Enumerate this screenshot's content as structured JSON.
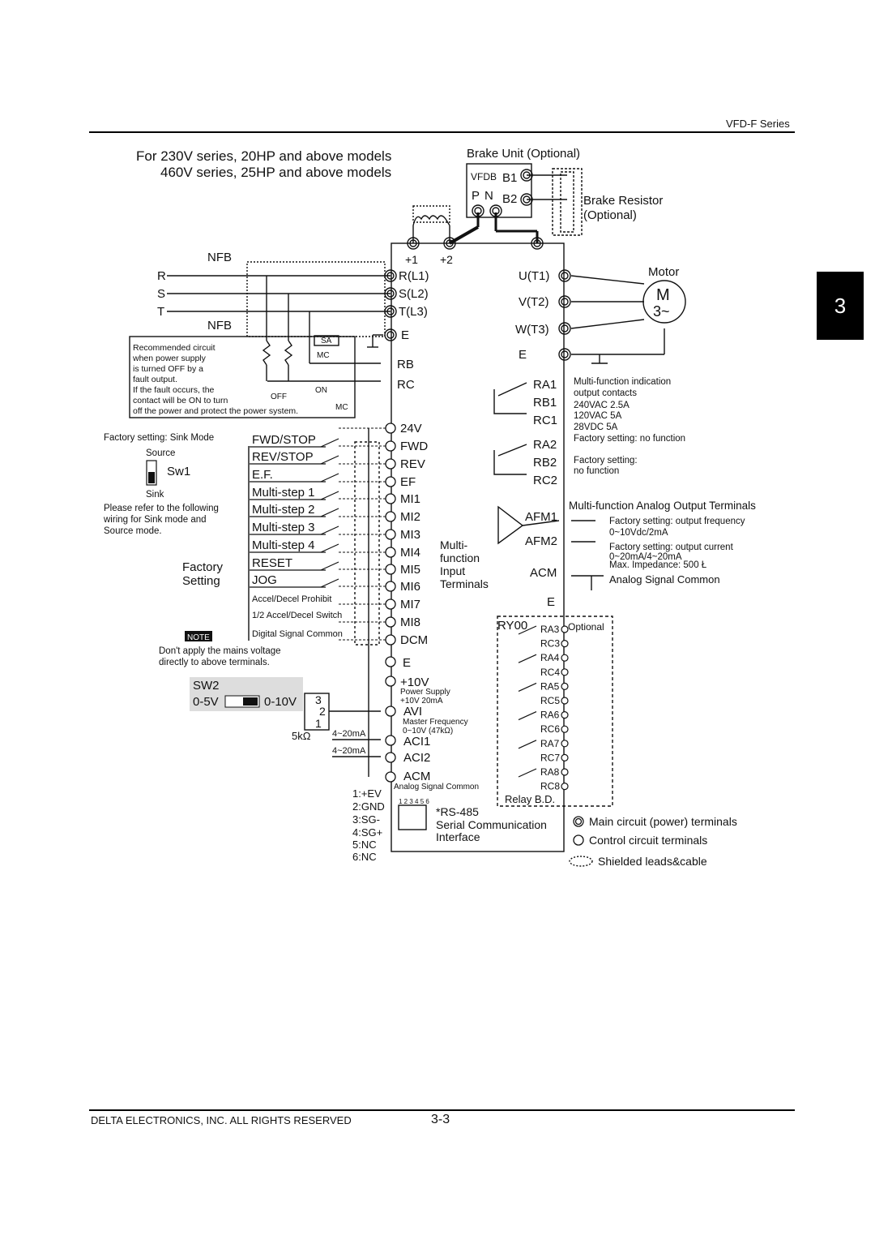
{
  "header": {
    "series": "VFD-F Series"
  },
  "chapter_tab": "3",
  "footer": {
    "copyright": "DELTA ELECTRONICS, INC. ALL RIGHTS RESERVED",
    "page": "3-3"
  },
  "title": {
    "line1": "For 230V series, 20HP and above models",
    "line2": "460V series, 25HP and above models"
  },
  "brake": {
    "unit": "Brake Unit (Optional)",
    "vfdb": "VFDB",
    "b1": "B1",
    "b2": "B2",
    "p": "P",
    "n": "N",
    "resistor1": "Brake Resistor",
    "resistor2": "(Optional)"
  },
  "power_in": {
    "nfb": "NFB",
    "r": "R",
    "s": "S",
    "t": "T",
    "terminals": [
      "R(L1)",
      "S(L2)",
      "T(L3)"
    ],
    "plus1": "+1",
    "plus2": "+2",
    "e": "E"
  },
  "recommended": {
    "lines": [
      "Recommended circuit",
      "when power supply",
      "is turned OFF by a",
      "fault output.",
      "If the fault occurs, the",
      "contact will be ON to turn",
      "off the power and protect the power system."
    ],
    "sa": "SA",
    "mc": "MC",
    "off": "OFF",
    "on": "ON"
  },
  "output": {
    "terminals": [
      "U(T1)",
      "V(T2)",
      "W(T3)"
    ],
    "e": "E",
    "motor": "Motor",
    "m": "M",
    "phase": "3~"
  },
  "relay": {
    "ra1": "RA1",
    "rb1": "RB1",
    "rc1": "RC1",
    "info1": [
      "Multi-function indication",
      "output contacts",
      "240VAC 2.5A",
      "120VAC 5A",
      "28VDC 5A",
      "Factory setting: no function"
    ],
    "ra2": "RA2",
    "rb2": "RB2",
    "rc2": "RC2",
    "info2": [
      "Factory setting:",
      "no function"
    ],
    "rb": "RB",
    "rc": "RC"
  },
  "analog_out": {
    "heading": "Multi-function Analog Output Terminals",
    "afm1": "AFM1",
    "afm2": "AFM2",
    "acm": "ACM",
    "afm1_info": [
      "Factory setting: output frequency",
      "0~10Vdc/2mA"
    ],
    "afm2_info": [
      "Factory setting: output current",
      "0~20mA/4~20mA",
      "Max. Impedance: 500 Ł"
    ],
    "acm_info": "Analog Signal Common",
    "e": "E"
  },
  "sink": {
    "factory": "Factory setting: Sink Mode",
    "source": "Source",
    "sw1": "Sw1",
    "sink": "Sink",
    "note": [
      "Please refer to the following",
      "wiring for Sink mode and",
      "Source mode."
    ]
  },
  "inputs": {
    "labels": [
      "FWD/STOP",
      "REV/STOP",
      "E.F.",
      "Multi-step 1",
      "Multi-step 2",
      "Multi-step 3",
      "Multi-step 4",
      "RESET",
      "JOG",
      "Accel/Decel Prohibit",
      "1/2 Accel/Decel Switch",
      "Digital Signal Common"
    ],
    "terminals": [
      "24V",
      "FWD",
      "REV",
      "EF",
      "MI1",
      "MI2",
      "MI3",
      "MI4",
      "MI5",
      "MI6",
      "MI7",
      "MI8",
      "DCM"
    ],
    "factory1": "Factory",
    "factory2": "Setting",
    "multi": [
      "Multi-",
      "function",
      "Input",
      "Terminals"
    ]
  },
  "note": {
    "badge": "NOTE",
    "lines": [
      "Don't apply the mains voltage",
      "directly to above terminals."
    ]
  },
  "analog_in": {
    "sw2": "SW2",
    "v5": "0-5V",
    "v10": "0-10V",
    "pot": [
      "3",
      "2",
      "1"
    ],
    "pot_r": "5kΩ",
    "ma1": "4~20mA",
    "ma2": "4~20mA",
    "e": "E",
    "p10": "+10V",
    "p10_info": [
      "Power Supply",
      "+10V 20mA"
    ],
    "avi": "AVI",
    "avi_info": [
      "Master Frequency",
      "0~10V (47kΩ)"
    ],
    "aci1": "ACI1",
    "aci2": "ACI2",
    "acm": "ACM",
    "acm_info": "Analog Signal Common"
  },
  "rs485": {
    "pins": [
      "1:+EV",
      "2:GND",
      "3:SG-",
      "4:SG+",
      "5:NC",
      "6:NC"
    ],
    "pin_numbers": "1 2 3 4 5 6",
    "title": "*RS-485",
    "line2": "Serial Communication",
    "line3": "Interface"
  },
  "relay_board": {
    "ry00": "RY00",
    "optional": "Optional",
    "terms": [
      "RA3",
      "RC3",
      "RA4",
      "RC4",
      "RA5",
      "RC5",
      "RA6",
      "RC6",
      "RA7",
      "RC7",
      "RA8",
      "RC8"
    ],
    "label": "Relay B.D."
  },
  "legend": {
    "main": "Main circuit (power) terminals",
    "control": "Control circuit terminals",
    "shield": "Shielded leads&cable"
  }
}
